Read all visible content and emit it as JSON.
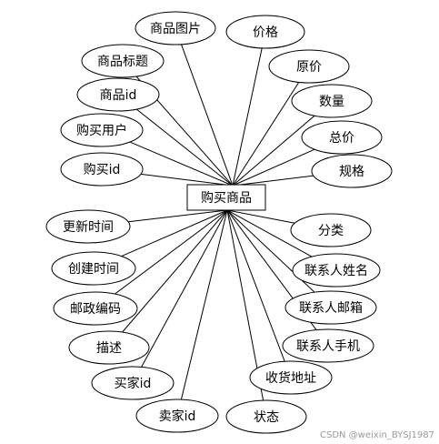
{
  "center": {
    "label": "购买商品"
  },
  "attributes": [
    {
      "key": "shangpin-tupian",
      "label": "商品图片"
    },
    {
      "key": "jiage",
      "label": "价格"
    },
    {
      "key": "shangpin-biaoti",
      "label": "商品标题"
    },
    {
      "key": "yuanjia",
      "label": "原价"
    },
    {
      "key": "shangpin-id",
      "label": "商品id"
    },
    {
      "key": "shuliang",
      "label": "数量"
    },
    {
      "key": "goumai-yonghu",
      "label": "购买用户"
    },
    {
      "key": "zongjia",
      "label": "总价"
    },
    {
      "key": "goumai-id",
      "label": "购买id"
    },
    {
      "key": "guige",
      "label": "规格"
    },
    {
      "key": "gengxin-shijian",
      "label": "更新时间"
    },
    {
      "key": "fenlei",
      "label": "分类"
    },
    {
      "key": "chuangjian-shijian",
      "label": "创建时间"
    },
    {
      "key": "lianxiren-xingming",
      "label": "联系人姓名"
    },
    {
      "key": "youzheng-bianma",
      "label": "邮政编码"
    },
    {
      "key": "lianxiren-youxiang",
      "label": "联系人邮箱"
    },
    {
      "key": "miaoshu",
      "label": "描述"
    },
    {
      "key": "lianxiren-shouji",
      "label": "联系人手机"
    },
    {
      "key": "maijia-id",
      "label": "买家id"
    },
    {
      "key": "shouhuo-dizhi",
      "label": "收货地址"
    },
    {
      "key": "maijia-id-seller",
      "label": "卖家id"
    },
    {
      "key": "zhuangtai",
      "label": "状态"
    }
  ],
  "watermark": "CSDN @weixin_BYSJ1987"
}
